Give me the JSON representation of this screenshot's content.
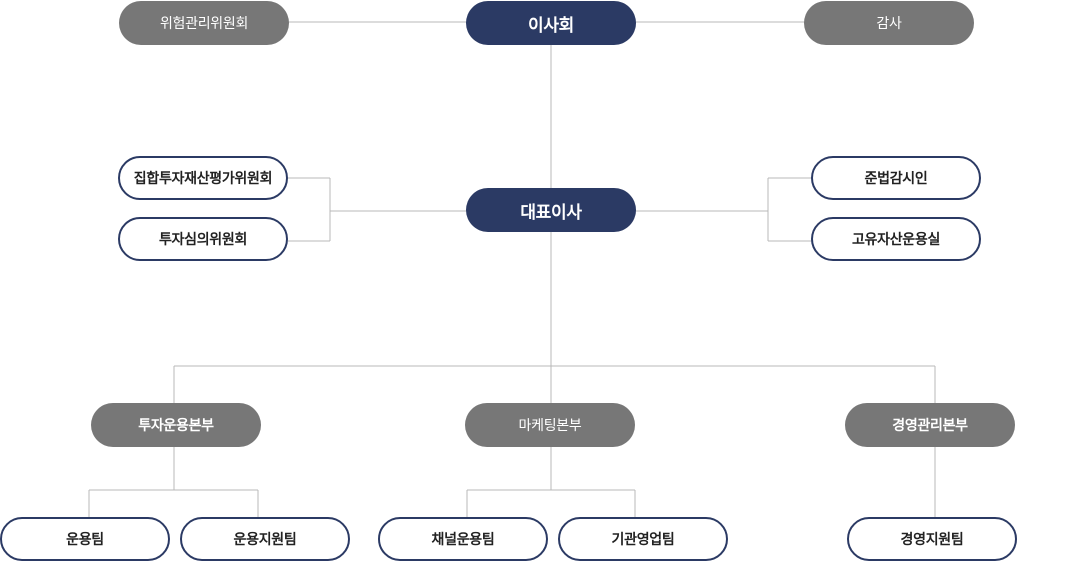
{
  "nodes": {
    "board": "이사회",
    "risk_committee": "위험관리위원회",
    "auditor": "감사",
    "ceo": "대표이사",
    "valuation_committee": "집합투자재산평가위원회",
    "investment_committee": "투자심의위원회",
    "compliance_officer": "준법감시인",
    "proprietary_team": "고유자산운용실",
    "investment_division": "투자운용본부",
    "marketing_division": "마케팅본부",
    "management_division": "경영관리본부",
    "operations_team": "운용팀",
    "operations_support_team": "운용지원팀",
    "channel_operations_team": "채널운용팀",
    "institutional_sales_team": "기관영업팀",
    "management_support_team": "경영지원팀"
  },
  "colors": {
    "navy": "#2b3a64",
    "gray": "#777777",
    "connector": "#b9b9b9"
  }
}
